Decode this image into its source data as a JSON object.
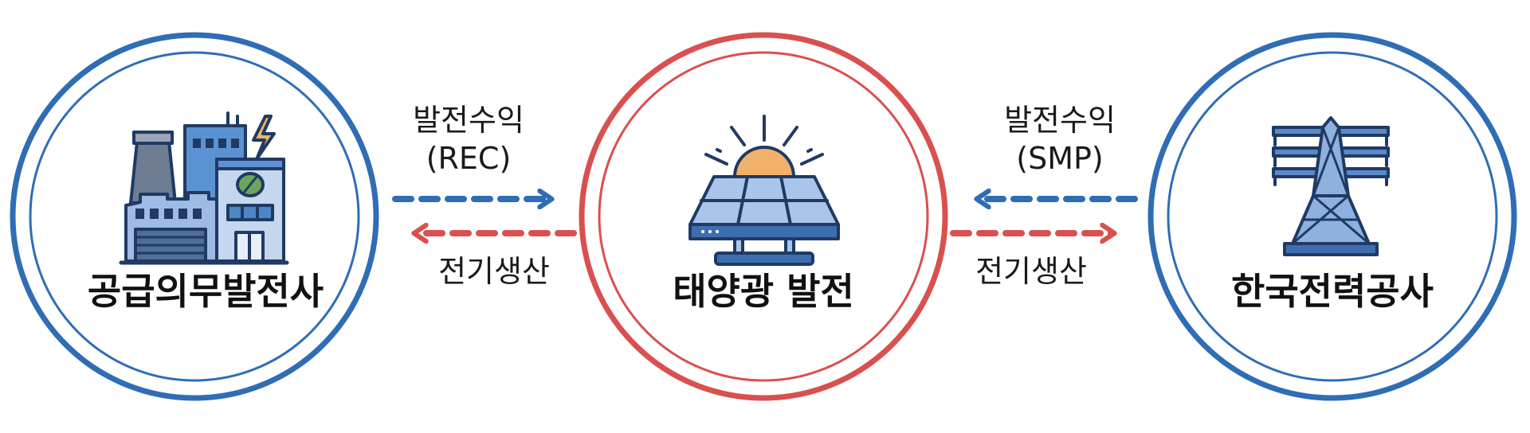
{
  "nodes": {
    "left": {
      "label": "공급의무발전사",
      "ring_color": "#2f6db5"
    },
    "center": {
      "label": "태양광 발전",
      "ring_color": "#d9504f"
    },
    "right": {
      "label": "한국전력공사",
      "ring_color": "#2f6db5"
    }
  },
  "edges": {
    "left_revenue": {
      "line1": "발전수익",
      "line2": "(REC)",
      "color": "#2f6db5"
    },
    "left_power": {
      "label": "전기생산",
      "color": "#d9504f"
    },
    "right_revenue": {
      "line1": "발전수익",
      "line2": "(SMP)",
      "color": "#2f6db5"
    },
    "right_power": {
      "label": "전기생산",
      "color": "#d9504f"
    }
  }
}
